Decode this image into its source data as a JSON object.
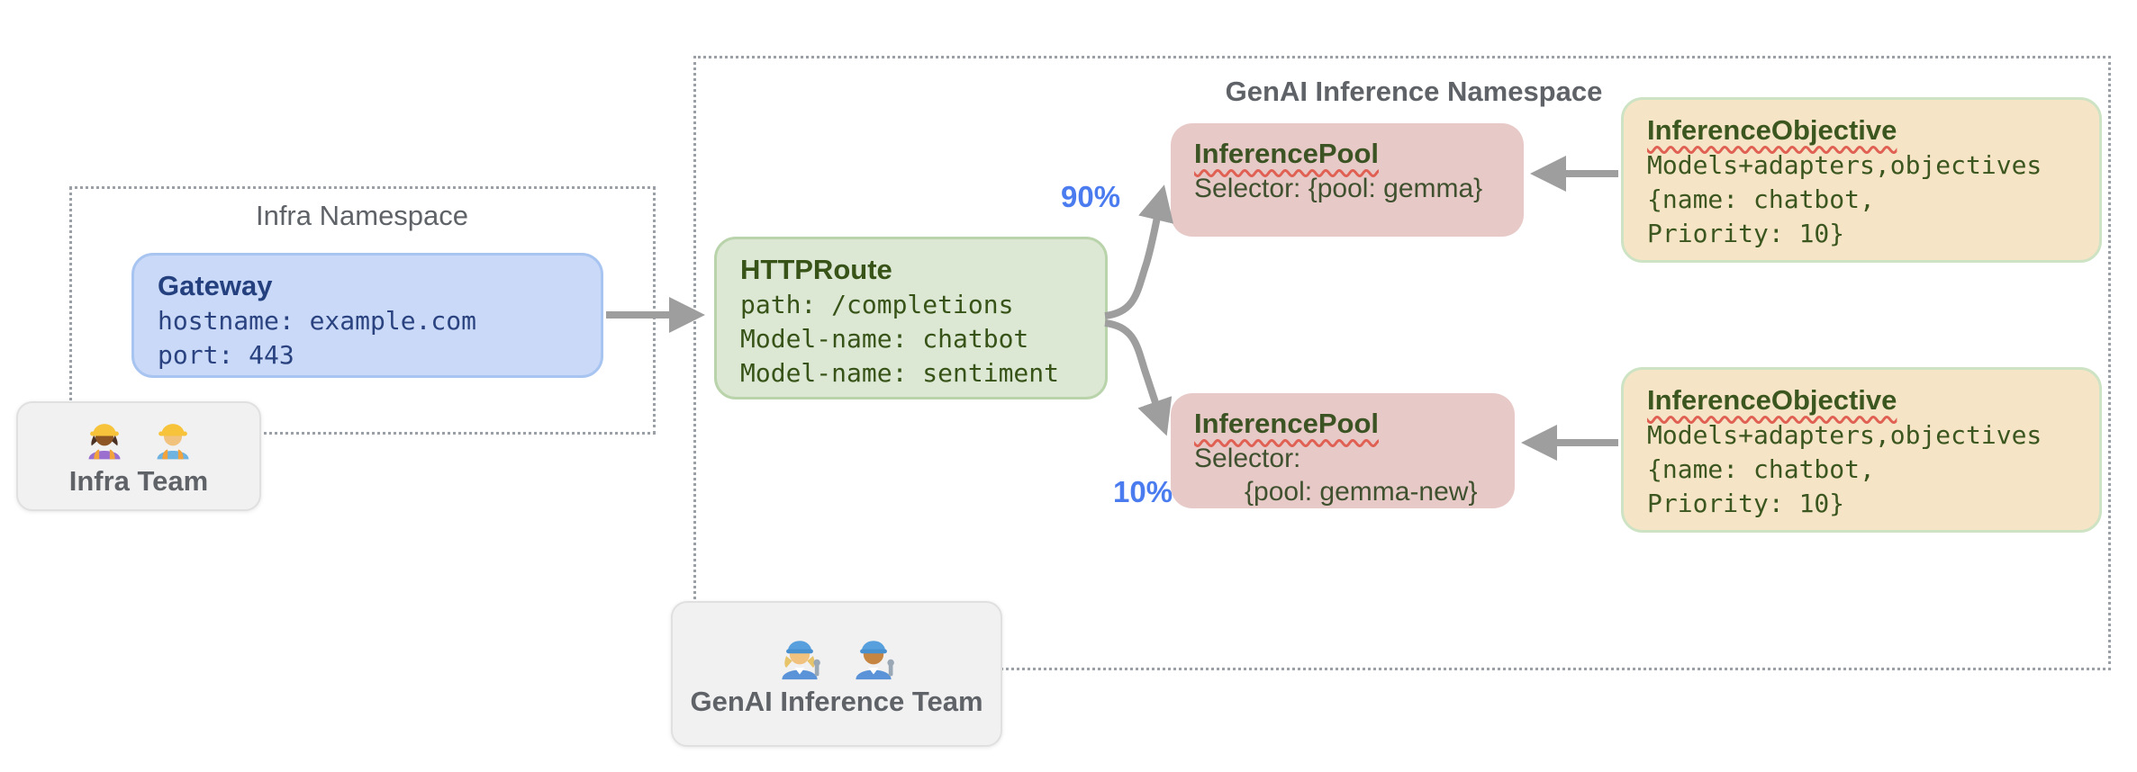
{
  "infra_namespace": {
    "title": "Infra Namespace",
    "gateway": {
      "title": "Gateway",
      "lines": [
        "hostname: example.com",
        "port: 443"
      ]
    }
  },
  "genai_namespace": {
    "title": "GenAI Inference Namespace",
    "httproute": {
      "title": "HTTPRoute",
      "lines": [
        "path: /completions",
        "Model-name: chatbot",
        "Model-name: sentiment"
      ]
    },
    "traffic_split": [
      "90%",
      "10%"
    ],
    "inference_pools": [
      {
        "title": "InferencePool",
        "lines": [
          "Selector: {pool: gemma}"
        ]
      },
      {
        "title": "InferencePool",
        "lines": [
          "Selector:",
          "{pool: gemma-new}"
        ]
      }
    ],
    "inference_objectives": [
      {
        "title": "InferenceObjective",
        "lines": [
          "Models+adapters,objectives",
          "{name: chatbot,",
          "Priority: 10}"
        ]
      },
      {
        "title": "InferenceObjective",
        "lines": [
          "Models+adapters,objectives",
          "{name: chatbot,",
          "Priority: 10}"
        ]
      }
    ]
  },
  "teams": [
    {
      "label": "Infra Team",
      "icons": [
        "woman-construction-worker-icon",
        "man-construction-worker-icon"
      ]
    },
    {
      "label": "GenAI Inference Team",
      "icons": [
        "woman-mechanic-icon",
        "man-mechanic-icon"
      ]
    }
  ],
  "colors": {
    "gateway_fill": "#c9d9f7",
    "gateway_border": "#a8c4f0",
    "gateway_text": "#24407e",
    "route_fill": "#dce8d4",
    "route_border": "#b9d3ab",
    "route_text": "#375318",
    "pool_fill": "#e7cac8",
    "pool_text": "#3c5323",
    "objective_fill": "#f6e4c6",
    "objective_border": "#cde3c4",
    "objective_text": "#3b571f",
    "arrow": "#9e9e9e",
    "traffic_label": "#4a7cf0",
    "namespace_text": "#5f6368",
    "squiggle": "#e06153"
  }
}
